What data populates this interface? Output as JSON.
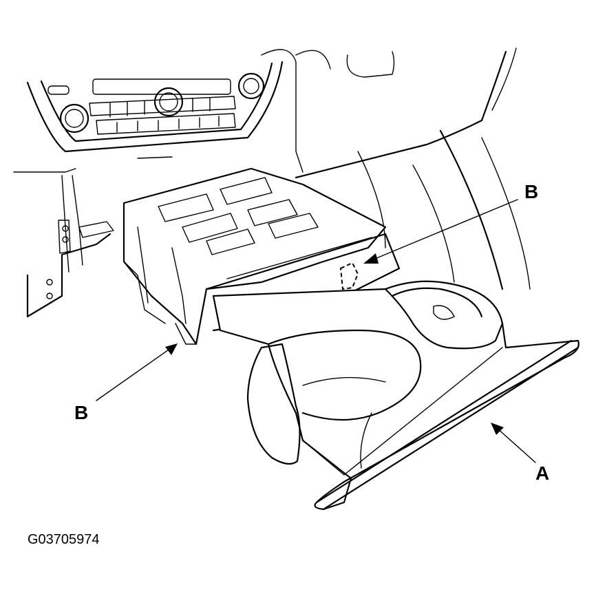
{
  "callouts": {
    "a": "A",
    "b_upper": "B",
    "b_lower": "B"
  },
  "figure_id": "G03705974"
}
